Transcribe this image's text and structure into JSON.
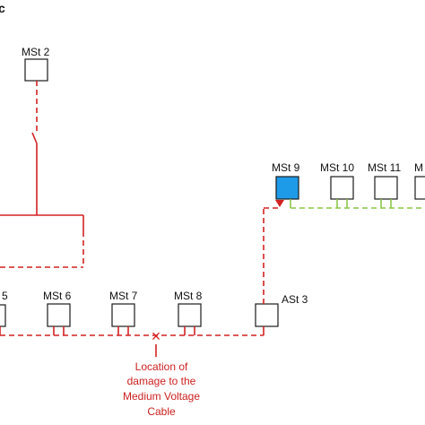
{
  "panel_letter": "c",
  "stations": {
    "mst2": "MSt 2",
    "mst9": "MSt 9",
    "mst10": "MSt 10",
    "mst11": "MSt 11",
    "mst12_partial": "M",
    "st5_partial": "5",
    "mst6": "MSt 6",
    "mst7": "MSt 7",
    "mst8": "MSt 8",
    "ast3": "ASt 3"
  },
  "damage_marker": "×",
  "damage_caption": {
    "line1": "Location of",
    "line2": "damage to the",
    "line3": "Medium Voltage",
    "line4": "Cable"
  },
  "colors": {
    "damaged_cable": "#d32222",
    "healthy_cable": "#8cc64a",
    "highlighted_station": "#1e9be8",
    "caption_text": "#cc1f1f"
  }
}
